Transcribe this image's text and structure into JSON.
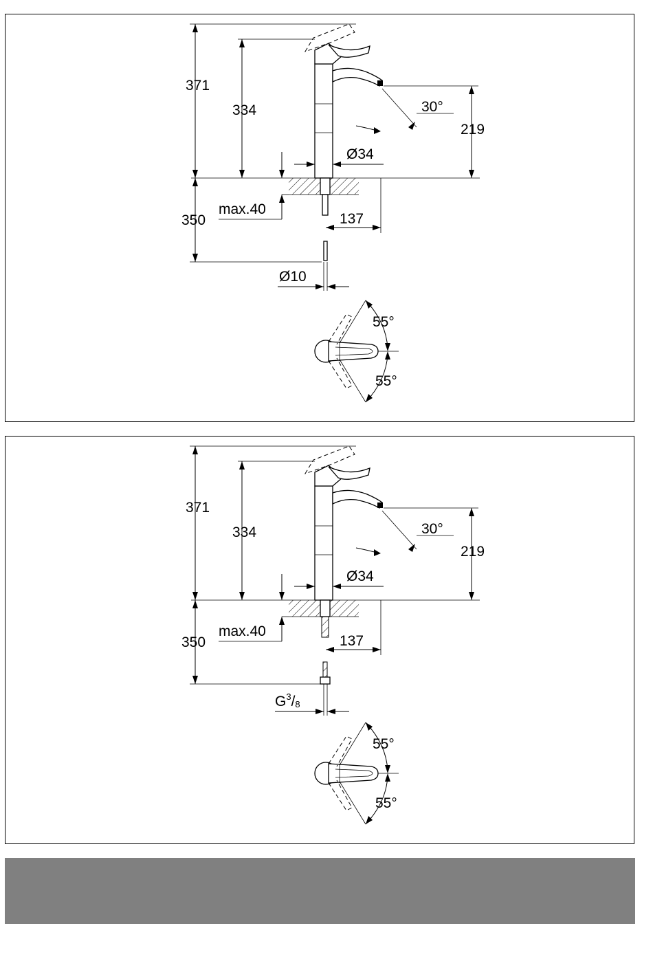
{
  "drawings": [
    {
      "dimensions": {
        "total_height": "371",
        "body_height": "334",
        "spout_height": "219",
        "spout_angle": "30°",
        "body_diameter": "Ø34",
        "max_deck_thickness": "max.40",
        "below_deck_length": "350",
        "spout_projection": "137",
        "connection_label": "Ø10",
        "lever_angle_top": "55°",
        "lever_angle_bottom": "55°"
      }
    },
    {
      "dimensions": {
        "total_height": "371",
        "body_height": "334",
        "spout_height": "219",
        "spout_angle": "30°",
        "body_diameter": "Ø34",
        "max_deck_thickness": "max.40",
        "below_deck_length": "350",
        "spout_projection": "137",
        "connection_prefix": "G",
        "connection_numerator": "3",
        "connection_slash": "/",
        "connection_denominator": "8",
        "lever_angle_top": "55°",
        "lever_angle_bottom": "55°"
      }
    }
  ],
  "colors": {
    "line": "#000000",
    "footer_bar": "#808080",
    "background": "#ffffff"
  }
}
